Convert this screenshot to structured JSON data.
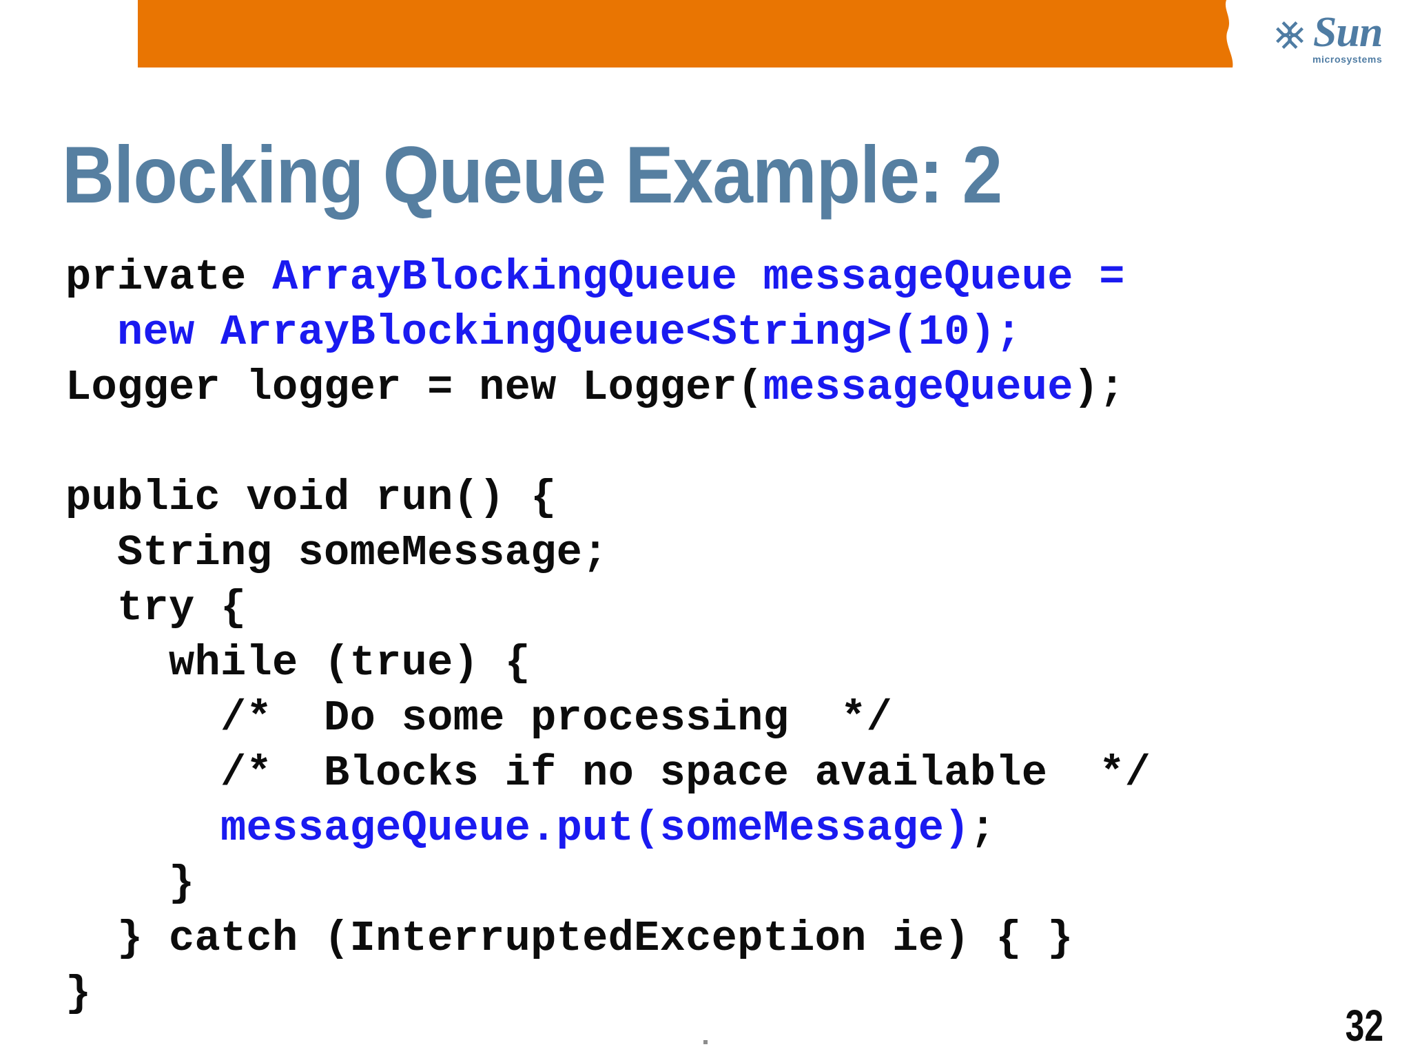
{
  "header": {
    "bar_color": "#e97502",
    "logo": {
      "brand": "Sun",
      "subtitle": "microsystems",
      "color": "#4f7ca3",
      "icon": "sun-diamond-logo-icon"
    }
  },
  "slide": {
    "title": "Blocking Queue Example: 2",
    "title_color": "#567fa1",
    "page_number": "32"
  },
  "code": {
    "plain_color": "#0c0c0c",
    "highlight_color": "#1a1af0",
    "lines": [
      {
        "segments": [
          {
            "text": "private ",
            "style": "plain"
          },
          {
            "text": "ArrayBlockingQueue messageQueue =",
            "style": "highlight"
          }
        ]
      },
      {
        "segments": [
          {
            "text": "  new ArrayBlockingQueue<String>(10);",
            "style": "highlight"
          }
        ]
      },
      {
        "segments": [
          {
            "text": "Logger logger = new Logger(",
            "style": "plain"
          },
          {
            "text": "messageQueue",
            "style": "highlight"
          },
          {
            "text": ");",
            "style": "plain"
          }
        ]
      },
      {
        "segments": [
          {
            "text": " ",
            "style": "plain"
          }
        ]
      },
      {
        "segments": [
          {
            "text": "public void run() {",
            "style": "plain"
          }
        ]
      },
      {
        "segments": [
          {
            "text": "  String someMessage;",
            "style": "plain"
          }
        ]
      },
      {
        "segments": [
          {
            "text": "  try {",
            "style": "plain"
          }
        ]
      },
      {
        "segments": [
          {
            "text": "    while (true) {",
            "style": "plain"
          }
        ]
      },
      {
        "segments": [
          {
            "text": "      /*  Do some processing  */",
            "style": "plain"
          }
        ]
      },
      {
        "segments": [
          {
            "text": "      /*  Blocks if no space available  */",
            "style": "plain"
          }
        ]
      },
      {
        "segments": [
          {
            "text": "      messageQueue.put(someMessage)",
            "style": "highlight"
          },
          {
            "text": ";",
            "style": "plain"
          }
        ]
      },
      {
        "segments": [
          {
            "text": "    }",
            "style": "plain"
          }
        ]
      },
      {
        "segments": [
          {
            "text": "  } catch (InterruptedException ie) { }",
            "style": "plain"
          }
        ]
      },
      {
        "segments": [
          {
            "text": "}",
            "style": "plain"
          }
        ]
      }
    ]
  }
}
